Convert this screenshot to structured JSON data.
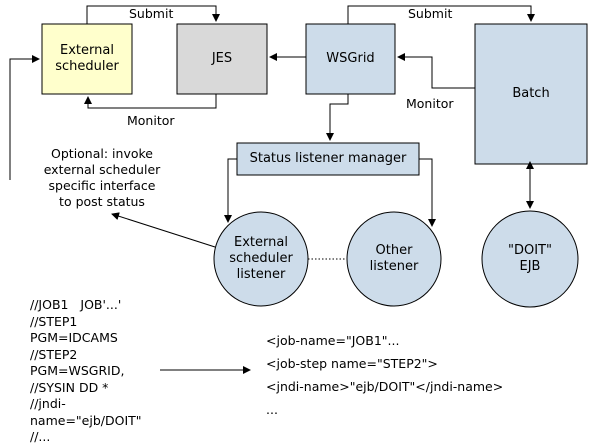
{
  "nodes": {
    "external_scheduler": "External\nscheduler",
    "jes": "JES",
    "wsgrid": "WSGrid",
    "batch": "Batch",
    "status_listener_manager": "Status listener manager",
    "external_scheduler_listener": "External\nscheduler\nlistener",
    "other_listener": "Other\nlistener",
    "doit_ejb": "\"DOIT\"\nEJB"
  },
  "edges": {
    "submit_left": "Submit",
    "monitor_left": "Monitor",
    "submit_right": "Submit",
    "monitor_right": "Monitor"
  },
  "note": "Optional: invoke\nexternal scheduler\nspecific interface\nto post status",
  "jcl": {
    "lines": [
      "//JOB1   JOB'...'",
      "//STEP1",
      "PGM=IDCAMS",
      "//STEP2",
      "PGM=WSGRID,",
      "//SYSIN DD *",
      "//jndi-",
      "name=\"ejb/DOIT\"",
      "//..."
    ]
  },
  "xml": {
    "lines": [
      "<job-name=\"JOB1\"...",
      "<job-step name=\"STEP2\">",
      "<jndi-name>\"ejb/DOIT\"</jndi-name>",
      "..."
    ]
  },
  "colors": {
    "external_scheduler_fill": "#ffffcc",
    "jes_fill": "#d9d9d9",
    "blue_fill": "#cddcea",
    "stroke": "#000000"
  }
}
